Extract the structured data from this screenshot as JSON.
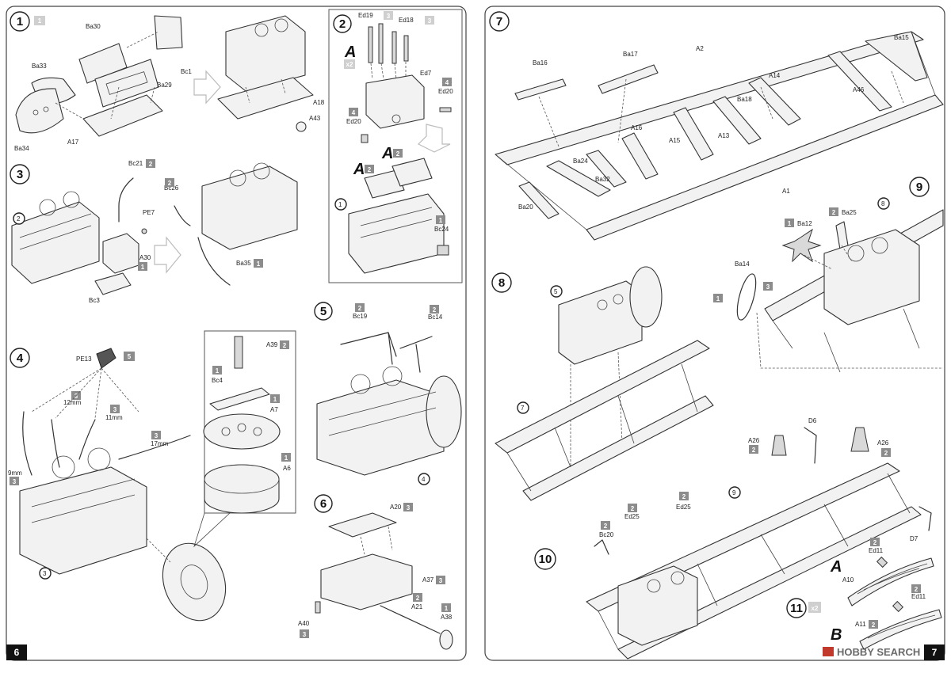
{
  "pages": {
    "left_number": "6",
    "right_number": "7"
  },
  "watermark": "HOBBY SEARCH",
  "steps": {
    "s1": "1",
    "s2": "2",
    "s3": "3",
    "s4": "4",
    "s5": "5",
    "s6": "6",
    "s7": "7",
    "s8": "8",
    "s9": "9",
    "s10": "10",
    "s11": "11"
  },
  "badges": {
    "one": "1",
    "two": "2",
    "three": "3",
    "four": "4",
    "five": "5"
  },
  "variants": {
    "a": "A",
    "b": "B",
    "times2": "x2"
  },
  "parts": {
    "Ba30": "Ba30",
    "Ba33": "Ba33",
    "Ba29": "Ba29",
    "Ba34": "Ba34",
    "A17": "A17",
    "Bc1": "Bc1",
    "A18": "A18",
    "A43": "A43",
    "Ed19": "Ed19",
    "Ed18": "Ed18",
    "Ed7": "Ed7",
    "Ed20": "Ed20",
    "Bc21": "Bc21",
    "Bc26": "Bc26",
    "PE7": "PE7",
    "A30": "A30",
    "Bc3": "Bc3",
    "Ba35": "Ba35",
    "Bc24": "Bc24",
    "PE13": "PE13",
    "mm12": "12mm",
    "mm11": "11mm",
    "mm17": "17mm",
    "mm9": "9mm",
    "A39": "A39",
    "Bc4": "Bc4",
    "A7": "A7",
    "A6": "A6",
    "Bc19": "Bc19",
    "Bc14": "Bc14",
    "A20": "A20",
    "A37": "A37",
    "A21": "A21",
    "A40": "A40",
    "A38": "A38",
    "Ba16": "Ba16",
    "Ba17": "Ba17",
    "A2": "A2",
    "Ba15": "Ba15",
    "A14": "A14",
    "A46": "A46",
    "Ba18": "Ba18",
    "A16": "A16",
    "A15": "A15",
    "A13": "A13",
    "Ba24": "Ba24",
    "Ba32": "Ba32",
    "Ba20": "Ba20",
    "A1": "A1",
    "Ba12": "Ba12",
    "Ba25": "Ba25",
    "Ba14": "Ba14",
    "A26": "A26",
    "D6": "D6",
    "D7": "D7",
    "Ed25": "Ed25",
    "Bc20": "Bc20",
    "Ed11": "Ed11",
    "A10": "A10",
    "A11": "A11"
  }
}
